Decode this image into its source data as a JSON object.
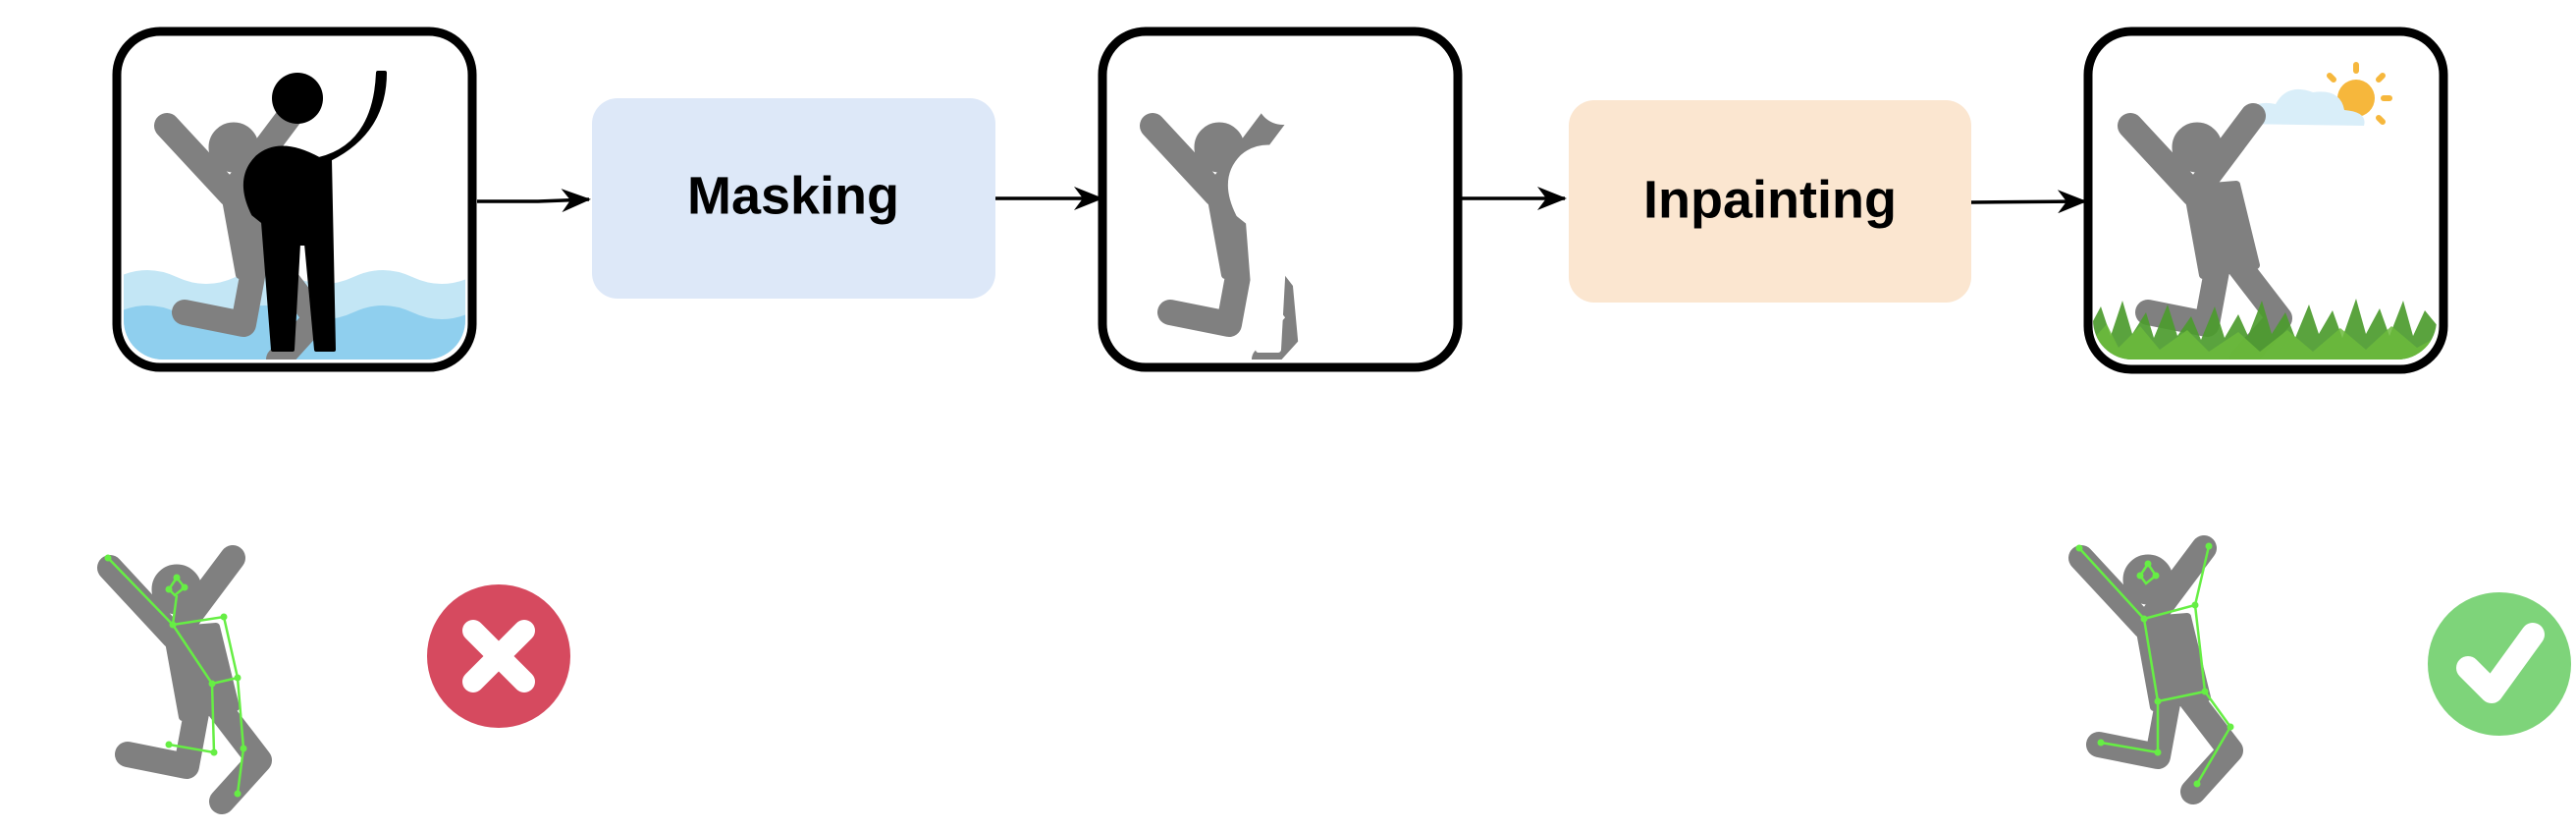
{
  "stages": [
    {
      "id": "masking",
      "label": "Masking",
      "fill": "#dde8f8"
    },
    {
      "id": "inpainting",
      "label": "Inpainting",
      "fill": "#fbe6d0"
    }
  ],
  "colors": {
    "figure_gray": "#808080",
    "occluder_black": "#000000",
    "water_light": "#c3e6f5",
    "water_dark": "#8fcfee",
    "grass": "#4c9b2e",
    "grass_light": "#6cbb3c",
    "sun": "#f6b73c",
    "cloud": "#d9eef9",
    "skeleton": "#66ee44",
    "fail_red": "#d64a5f",
    "success_green": "#7ed47a"
  },
  "icons": {
    "input_panel": "person-occluded-by-swimmer-icon",
    "masked_panel": "masked-person-icon",
    "output_panel": "person-in-grass-icon",
    "fail_badge": "x-icon",
    "success_badge": "checkmark-icon"
  }
}
